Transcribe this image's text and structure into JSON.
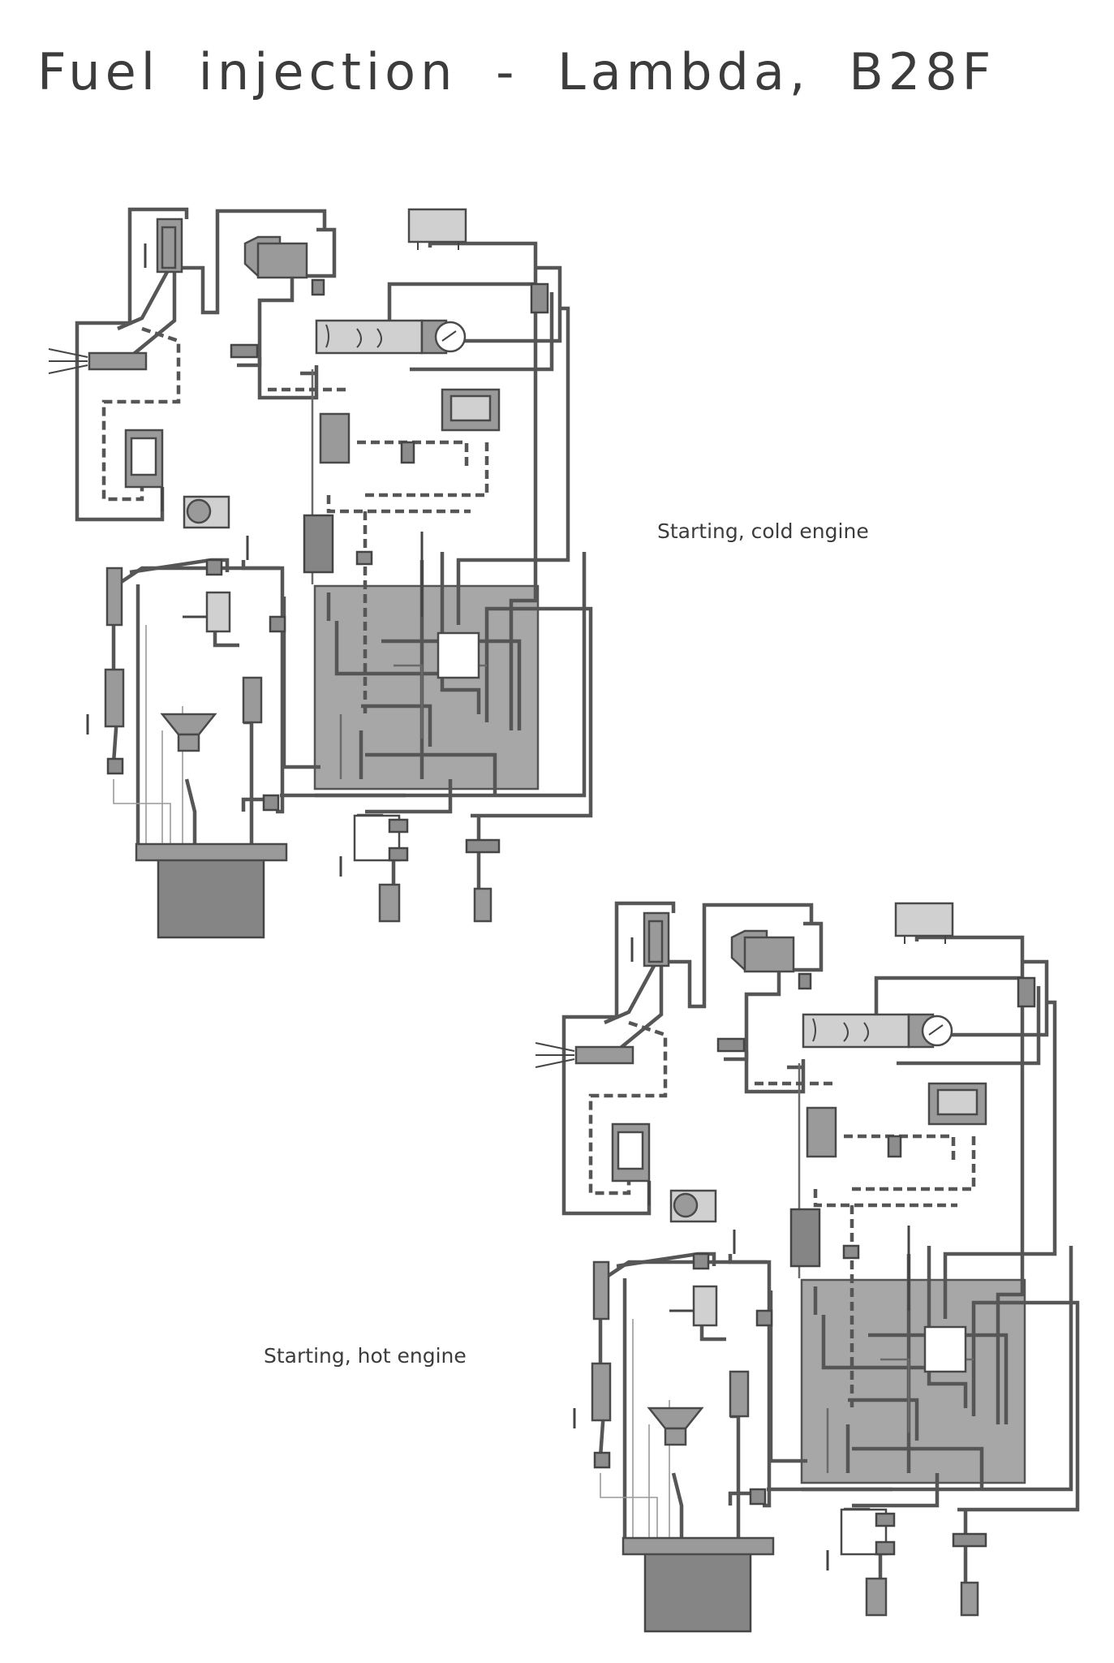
{
  "title": "Fuel injection - Lambda, B28F",
  "diagrams": [
    {
      "id": "cold",
      "caption": "Starting, cold engine"
    },
    {
      "id": "hot",
      "caption": "Starting, hot engine"
    }
  ],
  "colors": {
    "background": "#ffffff",
    "wire": "#565656",
    "component_fill": "#9a9a9a",
    "relay_box_fill": "#a7a7a7",
    "text": "#3c3c3c"
  }
}
